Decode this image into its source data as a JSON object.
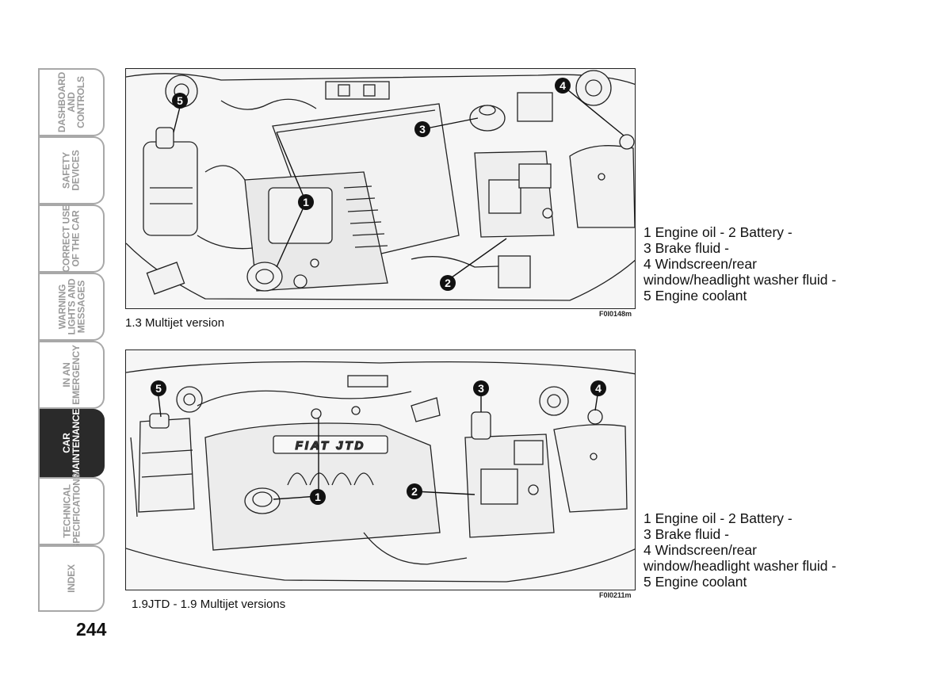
{
  "tabs": [
    {
      "label": "DASHBOARD\nAND\nCONTROLS",
      "active": false
    },
    {
      "label": "SAFETY\nDEVICES",
      "active": false
    },
    {
      "label": "CORRECT USE\nOF THE CAR",
      "active": false
    },
    {
      "label": "WARNING\nLIGHTS AND\nMESSAGES",
      "active": false
    },
    {
      "label": "IN AN\nEMERGENCY",
      "active": false
    },
    {
      "label": "CAR\nMAINTENANCE",
      "active": true
    },
    {
      "label": "TECHNICAL\nSPECIFICATIONS",
      "active": false
    },
    {
      "label": "INDEX",
      "active": false
    }
  ],
  "page_number": "244",
  "figures": [
    {
      "code": "F0I0148m",
      "caption": "1.3 Multijet version",
      "callouts": [
        "1",
        "2",
        "3",
        "4",
        "5"
      ],
      "legend": [
        "1 Engine oil - 2 Battery -",
        "3 Brake fluid -",
        "4 Windscreen/rear",
        "window/headlight washer fluid -",
        "5 Engine coolant"
      ]
    },
    {
      "code": "F0I0211m",
      "caption": "1.9JTD - 1.9 Multijet versions",
      "callouts": [
        "1",
        "2",
        "3",
        "4",
        "5"
      ],
      "brand_text": "FIAT JTD",
      "legend": [
        "1 Engine oil - 2 Battery -",
        "3 Brake fluid -",
        "4 Windscreen/rear",
        "window/headlight washer fluid -",
        "5 Engine coolant"
      ]
    }
  ]
}
